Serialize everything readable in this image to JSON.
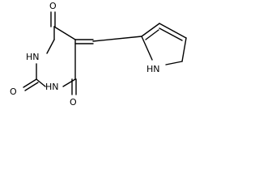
{
  "molecule": {
    "atoms": {
      "o_top": "O",
      "o_left": "O",
      "o_bottom": "O",
      "nh_upper": "HN",
      "nh_lower": "HN",
      "nh_pyrrole": "HN"
    }
  }
}
